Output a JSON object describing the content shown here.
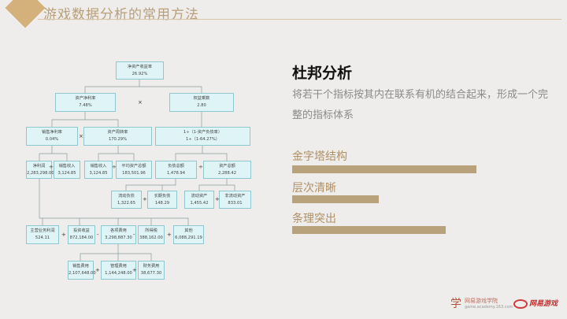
{
  "header": {
    "title": "游戏数据分析的常用方法"
  },
  "diagram": {
    "roe": {
      "label": "净资产收益率",
      "value": "26.92%"
    },
    "roa": {
      "label": "资产净利率",
      "value": "7.48%"
    },
    "equity_multiplier": {
      "label": "权益乘数",
      "value": "2.80"
    },
    "net_margin": {
      "label": "销售净利率",
      "value": "0.04%"
    },
    "asset_turnover": {
      "label": "资产周转率",
      "value": "170.29%"
    },
    "debt_formula": {
      "label": "1÷（1-资产负债率）",
      "value": "1÷（1-64.27%）"
    },
    "net_profit": {
      "label": "净利润",
      "value": "2,283,298.00"
    },
    "sales_revenue_1": {
      "label": "销售收入",
      "value": "3,124.85"
    },
    "sales_revenue_2": {
      "label": "销售收入",
      "value": "3,124.85"
    },
    "avg_total_assets": {
      "label": "平均资产总额",
      "value": "183,501.96"
    },
    "total_liabilities": {
      "label": "负债总额",
      "value": "1,478.94"
    },
    "total_assets": {
      "label": "资产总额",
      "value": "2,288.42"
    },
    "current_liabilities": {
      "label": "流动负债",
      "value": "1,322.65"
    },
    "long_term_liabilities": {
      "label": "长期负债",
      "value": "148.29"
    },
    "current_assets": {
      "label": "流动资产",
      "value": "1,455.42"
    },
    "non_current_assets": {
      "label": "非流动资产",
      "value": "833.01"
    },
    "main_profit": {
      "label": "主营业务利润",
      "value": "524.11"
    },
    "investment_income": {
      "label": "投资收益",
      "value": "872,184.00"
    },
    "expenses": {
      "label": "各项费用",
      "value": "3,298,887.30"
    },
    "income_tax": {
      "label": "所得税",
      "value": "388,162.00"
    },
    "other": {
      "label": "其他",
      "value": "6,088,291.19"
    },
    "selling_expenses": {
      "label": "销售费用",
      "value": "2,107,648.00"
    },
    "admin_expenses": {
      "label": "管理费用",
      "value": "1,144,248.00"
    },
    "finance_expenses": {
      "label": "财务费用",
      "value": "38,677.30"
    },
    "ops": {
      "times": "×",
      "divide": "÷",
      "plus": "+",
      "minus": "-"
    }
  },
  "content": {
    "heading": "杜邦分析",
    "description": "将若干个指标按其内在联系有机的结合起来，形成一个完整的指标体系",
    "points": [
      "金字塔结构",
      "层次清晰",
      "条理突出"
    ]
  },
  "footer": {
    "academy_name": "网易游戏学院",
    "academy_url": "game.academy.163.com",
    "brand": "网易游戏"
  },
  "colors": {
    "accent": "#b8a27c",
    "box_fill": "#dff4f6",
    "box_border": "#8fc7cf"
  }
}
